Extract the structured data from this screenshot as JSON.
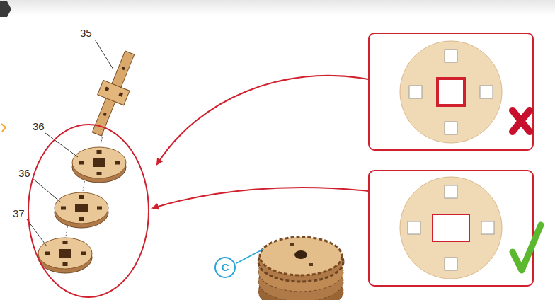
{
  "diagram": {
    "nodes": [
      {
        "text": [
          "C"
        ]
      }
    ],
    "labels": [
      "35",
      "36",
      "36",
      "37"
    ]
  }
}
